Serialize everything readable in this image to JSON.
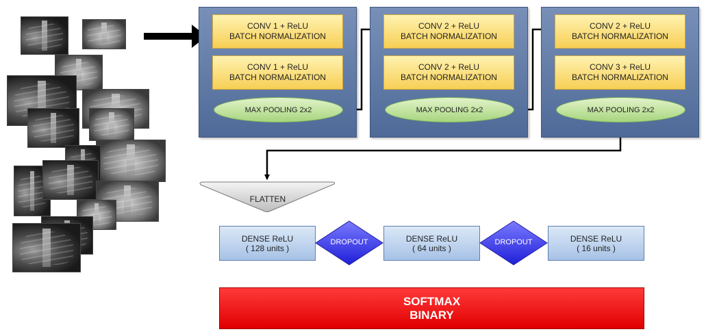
{
  "blocks": [
    {
      "conv_top": [
        "CONV 1 + ReLU",
        "BATCH NORMALIZATION"
      ],
      "conv_bottom": [
        "CONV 1 + ReLU",
        "BATCH NORMALIZATION"
      ],
      "pool": "MAX POOLING 2x2"
    },
    {
      "conv_top": [
        "CONV 2 + ReLU",
        "BATCH NORMALIZATION"
      ],
      "conv_bottom": [
        "CONV 2 + ReLU",
        "BATCH NORMALIZATION"
      ],
      "pool": "MAX POOLING 2x2"
    },
    {
      "conv_top": [
        "CONV 2 + ReLU",
        "BATCH NORMALIZATION"
      ],
      "conv_bottom": [
        "CONV 3 + ReLU",
        "BATCH NORMALIZATION"
      ],
      "pool": "MAX POOLING 2x2"
    }
  ],
  "flatten": "FLATTEN",
  "dense": [
    {
      "name": "DENSE ReLU",
      "units": "( 128 units )"
    },
    {
      "name": "DENSE ReLU",
      "units": "( 64 units )"
    },
    {
      "name": "DENSE ReLU",
      "units": "( 16 units )"
    }
  ],
  "dropout": [
    "DROPOUT",
    "DROPOUT"
  ],
  "output": {
    "line1": "SOFTMAX",
    "line2": "BINARY"
  },
  "colors": {
    "block": "#5f7aa8",
    "conv": "#fbe08a",
    "pool": "#bfe29a",
    "dense": "#bcd2ee",
    "dropout": "#3b3be0",
    "softmax": "#f21212"
  }
}
